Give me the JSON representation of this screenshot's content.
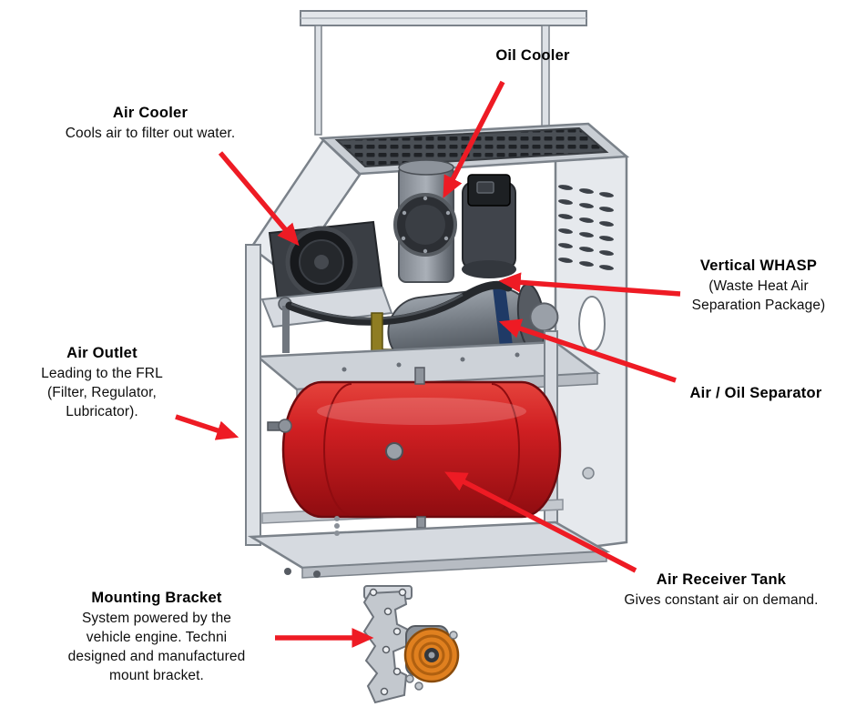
{
  "figure": {
    "type": "labeled-technical-diagram",
    "subject": "Vehicle-mounted air compressor system with callout labels"
  },
  "colors": {
    "arrow_red": "#ee1b24",
    "tank_red": "#cf1220",
    "frame_gray": "#d6dae0",
    "dark_gray": "#3a3e44",
    "bracket_orange": "#e0801f"
  },
  "labels": {
    "oil_cooler": {
      "title": "Oil Cooler"
    },
    "air_cooler": {
      "title": "Air Cooler",
      "lines": [
        "Cools air to filter out water."
      ]
    },
    "vertical_whasp": {
      "title": "Vertical WHASP",
      "lines": [
        "(Waste Heat Air",
        "Separation Package)"
      ]
    },
    "air_outlet": {
      "title": "Air Outlet",
      "lines": [
        "Leading to the FRL",
        "(Filter, Regulator,",
        "Lubricator)."
      ]
    },
    "air_oil_separator": {
      "title": "Air / Oil Separator"
    },
    "air_receiver_tank": {
      "title": "Air Receiver Tank",
      "lines": [
        "Gives constant air on demand."
      ]
    },
    "mounting_bracket": {
      "title": "Mounting Bracket",
      "lines": [
        "System powered by the",
        "vehicle engine. Techni",
        "designed and manufactured",
        "mount bracket."
      ]
    }
  }
}
